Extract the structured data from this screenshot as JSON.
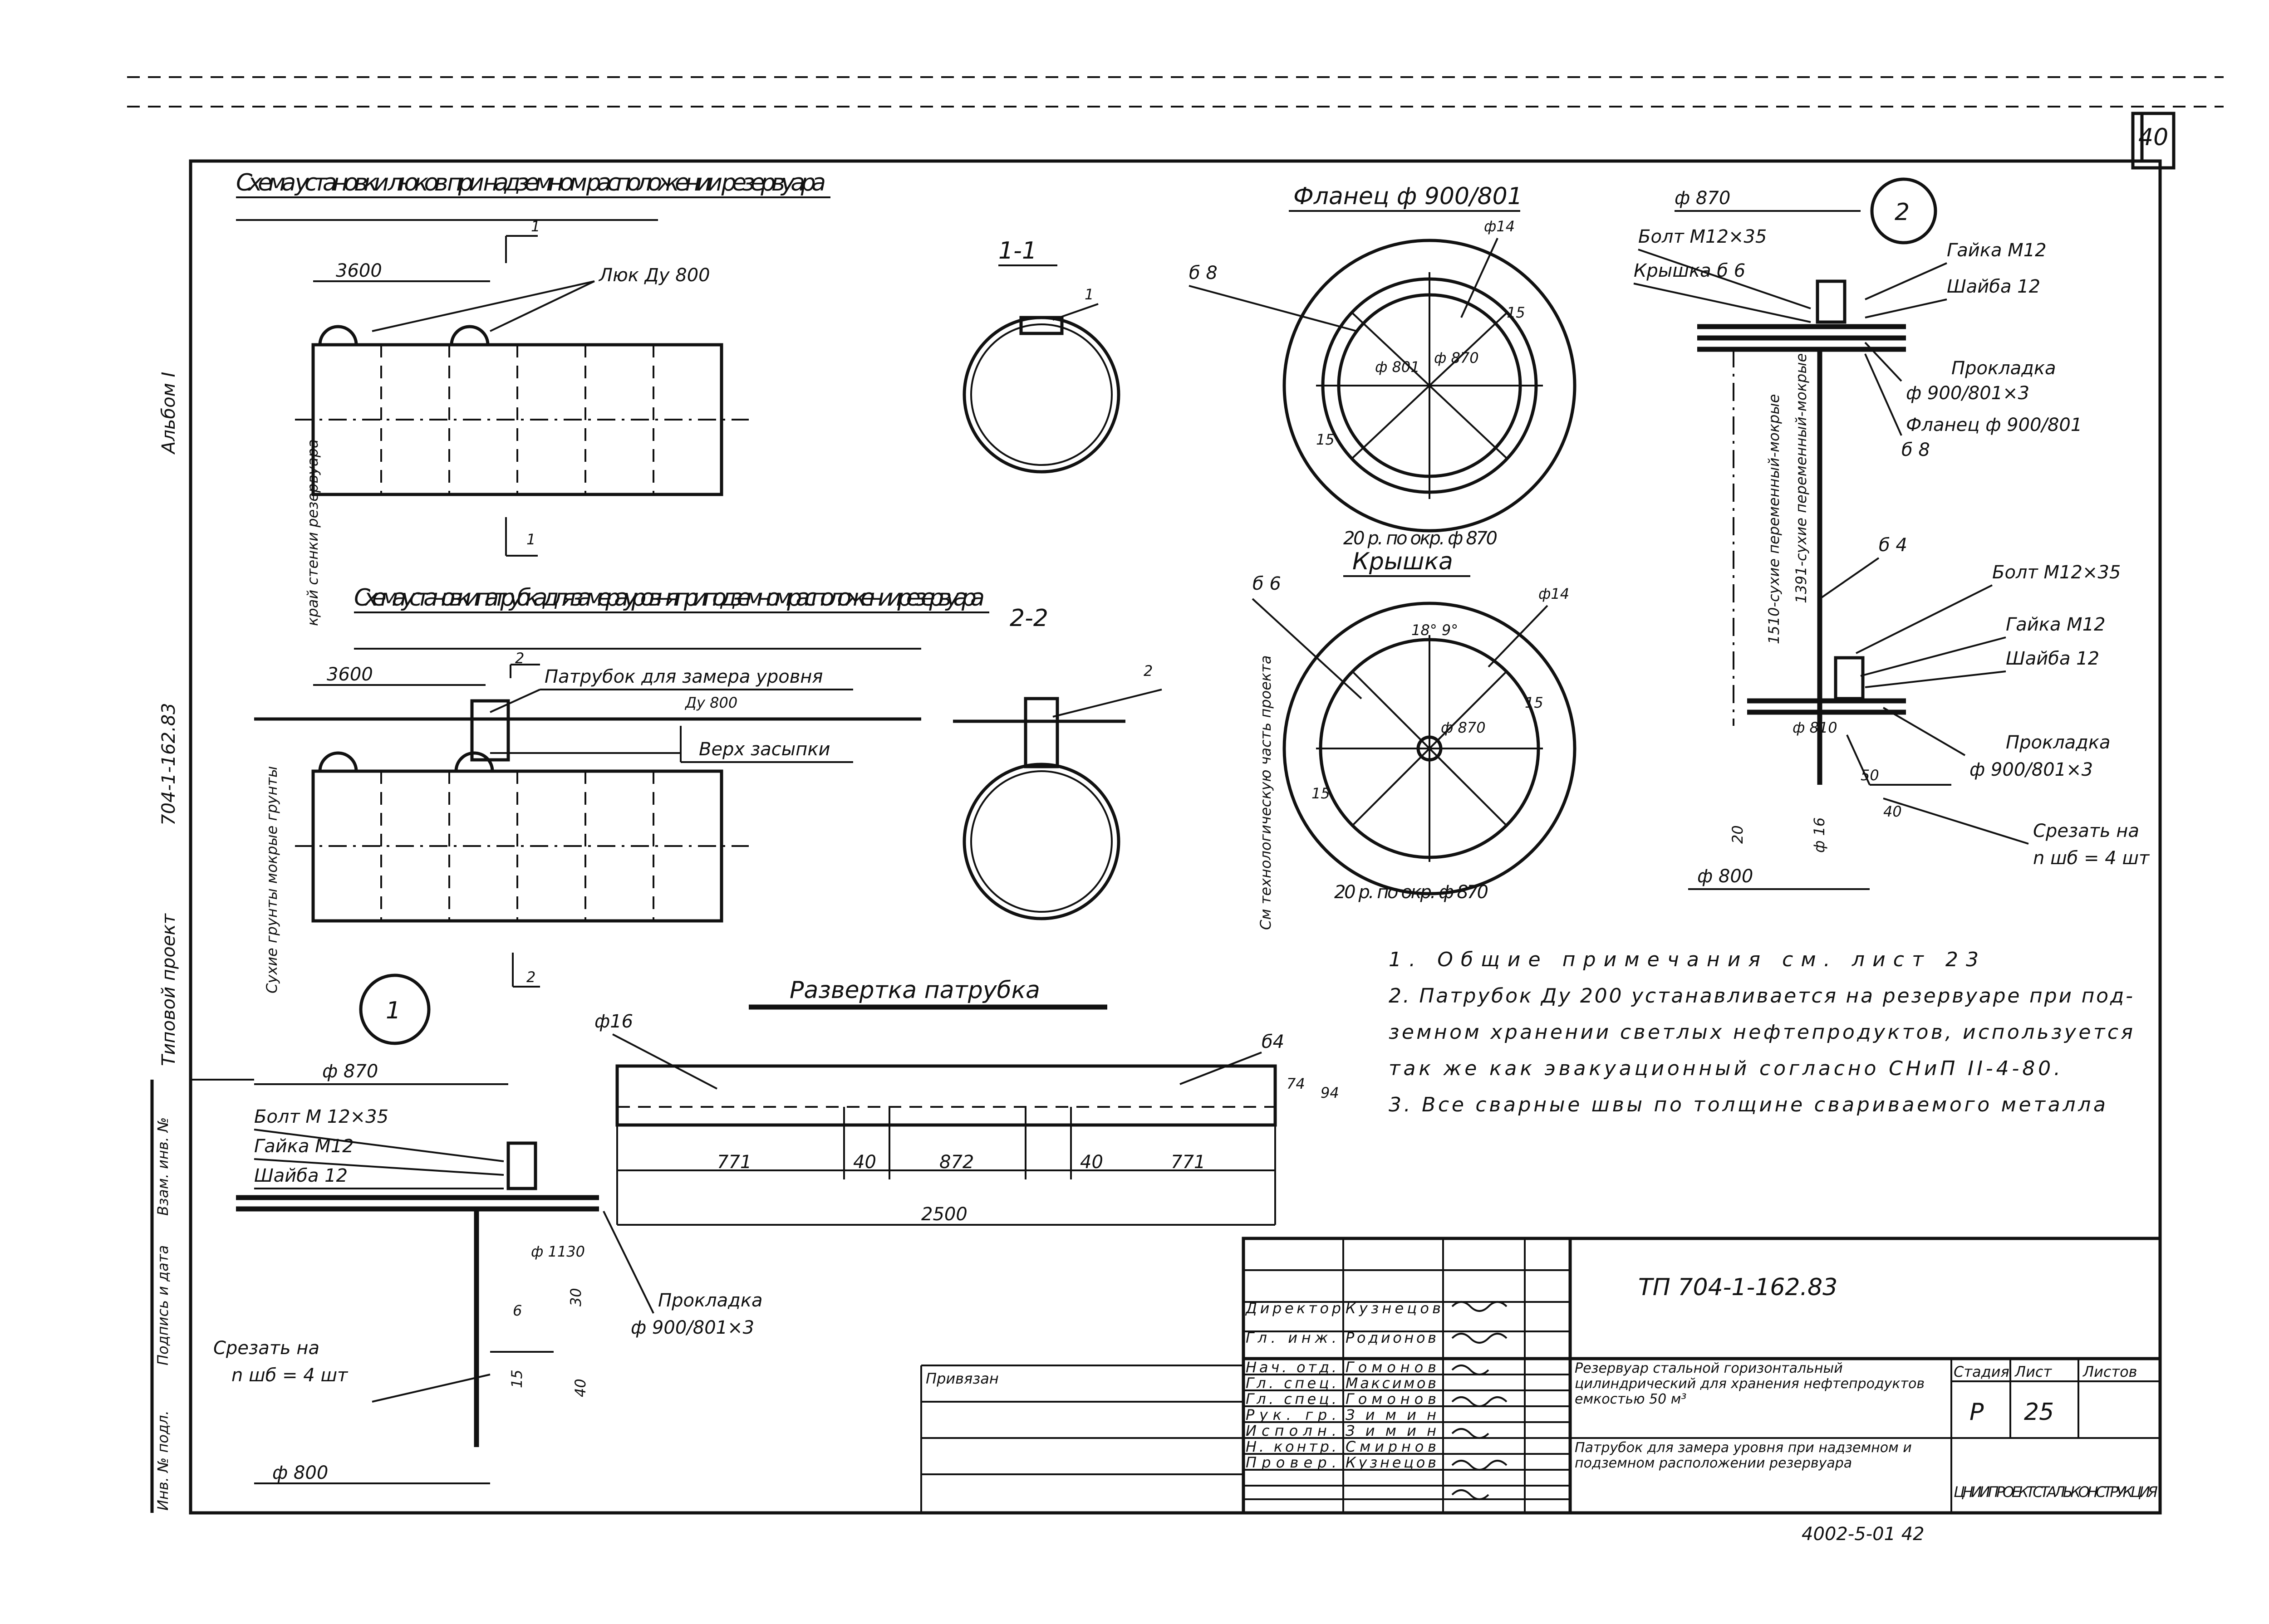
{
  "sheet_number": "40",
  "left_margin": {
    "album": "Альбом I",
    "project_code": "704-1-162.83",
    "typical_project": "Типовой проект",
    "stamp_rows": [
      "Взам. инв. №",
      "Подпись и дата",
      "Инв. № подл."
    ]
  },
  "titles": {
    "scheme_above": "Схема установки люков при надземном расположении резервуара",
    "scheme_under": "Схема установки патрубка для замера уровня при подземном расположении резервуара",
    "section_1": "1-1",
    "section_2": "2-2",
    "flange": "Фланец ф 900/801",
    "cover": "Крышка",
    "unfold": "Развертка патрубка"
  },
  "labels": {
    "hatch": "Люк Ду 800",
    "pipe": "Патрубок для замера уровня",
    "pipe_du": "Ду 800",
    "backfill_top": "Верх засыпки",
    "tank_wall_side": "край стенки резервуара",
    "soils": "Сухие грунты мокрые грунты",
    "tech_part": "См технологическую часть проекта",
    "dim_3600a": "3600",
    "dim_3600b": "3600",
    "mark_1": "1",
    "mark_2": "2",
    "dry_wet_1": "1510-сухие переменный-мокрые",
    "dry_wet_2": "1391-сухие переменный-мокрые"
  },
  "flange": {
    "d_outer": "ф 801",
    "d_inner": "ф 870",
    "hole": "ф14",
    "thickness": "б 8",
    "holes_note": "20 р. по окр. ф 870",
    "dim_15a": "15",
    "dim_15b": "15"
  },
  "cover": {
    "thickness": "б 6",
    "hole": "ф14",
    "angle": "18° 9°",
    "d": "ф 870",
    "holes_note": "20 р. по окр. ф 870",
    "dim_15a": "15",
    "dim_15b": "15"
  },
  "detail_1": {
    "mark": "1",
    "d870": "ф 870",
    "bolt": "Болт М 12×35",
    "nut": "Гайка М12",
    "washer": "Шайба 12",
    "gasket": "Прокладка",
    "gasket_d": "ф 900/801×3",
    "d1130": "ф 1130",
    "cut": "Срезать на",
    "cut_n": "n шб = 4 шт",
    "d800": "ф 800",
    "dim_6": "6",
    "dim_30": "30",
    "dim_40": "40",
    "dim_15": "15"
  },
  "detail_2": {
    "mark": "2",
    "d870": "ф 870",
    "bolt": "Болт М12×35",
    "cover": "Крышка б 6",
    "nut": "Гайка М12",
    "washer": "Шайба 12",
    "gasket": "Прокладка",
    "gasket_d": "ф 900/801×3",
    "flange": "Фланец ф 900/801",
    "flange_t": "б 8",
    "pipe_t": "б 4",
    "bolt2": "Болт М12×35",
    "nut2": "Гайка М12",
    "washer2": "Шайба 12",
    "gasket2": "Прокладка",
    "gasket2_d": "ф 900/801×3",
    "cut": "Срезать на",
    "cut_n": "n шб = 4 шт",
    "d800": "ф 800",
    "d_mid": "ф 810",
    "dim_20": "20",
    "dim_40": "40",
    "dim_50": "50",
    "dim_16": "ф 16"
  },
  "unfold": {
    "d16": "ф16",
    "t4": "б4",
    "dims": [
      "771",
      "40",
      "872",
      "40",
      "771"
    ],
    "total": "2500",
    "h74": "74",
    "h94": "94"
  },
  "notes": [
    "1. Общие примечания см. лист 23",
    "2. Патрубок Ду 200 устанавливается на резервуаре при под-",
    "земном хранении светлых нефтепродуктов, используется",
    "так же как эвакуационный согласно СНиП II-4-80.",
    "3. Все сварные швы по толщине свариваемого металла"
  ],
  "title_block": {
    "code": "ТП 704-1-162.83",
    "roles": [
      "Директор",
      "Гл. инж.",
      "Нач. отд.",
      "Гл. спец.",
      "Гл. спец.",
      "Рук. гр.",
      "Исполн.",
      "Н. контр.",
      "Провер."
    ],
    "names": [
      "Кузнецов",
      "Родионов",
      "Гомонов",
      "Максимов",
      "Гомонов",
      "Зимин",
      "Зимин",
      "Смирнов",
      "Кузнецов"
    ],
    "binding": "Привязан",
    "description_1": "Резервуар стальной горизонтальный цилиндрический для хранения нефтепродуктов емкостью 50 м³",
    "description_2": "Патрубок для замера уровня при надземном и подземном расположении резервуара",
    "stage_h": "Стадия",
    "sheet_h": "Лист",
    "sheets_h": "Листов",
    "stage": "Р",
    "sheet": "25",
    "org": "ЦНИИПРОЕКТСТАЛЬКОНСТРУКЦИЯ",
    "footer": "4002-5-01 42"
  }
}
